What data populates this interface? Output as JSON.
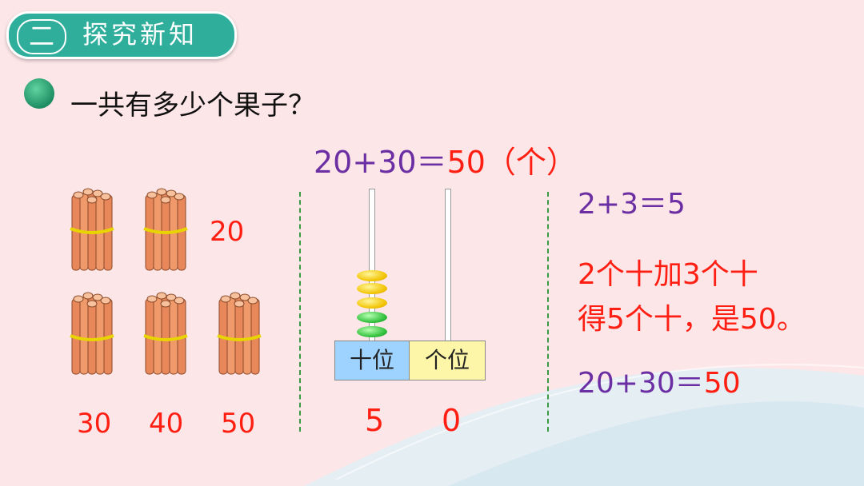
{
  "header": {
    "section_number": "二",
    "section_title": "探究新知"
  },
  "question": "一共有多少个果子？",
  "top_equation": {
    "left": "20+30",
    "equals": "＝",
    "result": "50",
    "unit": "（个）"
  },
  "stick_counts": {
    "first_row": "20",
    "second_row": [
      "30",
      "40",
      "50"
    ]
  },
  "abacus": {
    "tens_label": "十位",
    "ones_label": "个位",
    "tens_value": "5",
    "ones_value": "0"
  },
  "explanation": {
    "digit_eq_left": "2+3",
    "digit_eq_equals": "＝",
    "digit_eq_result": "5",
    "line1": "2个十加3个十",
    "line2": "得5个十，是50。",
    "final_left": "20+30",
    "final_equals": "＝",
    "final_result": "50"
  },
  "colors": {
    "purple": "#6b2fa3",
    "red": "#ff1e12",
    "teal": "#2eae9b",
    "background": "#fde6e8"
  }
}
